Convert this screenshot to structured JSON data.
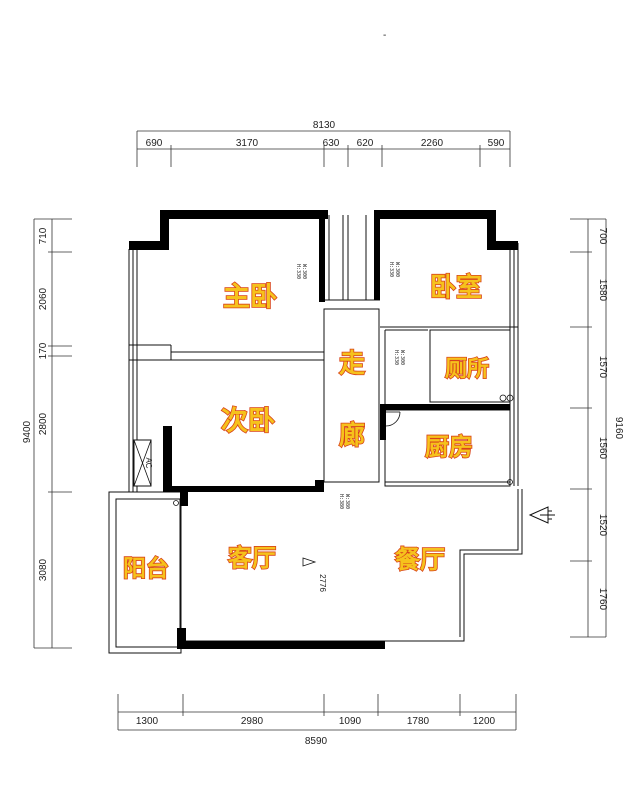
{
  "top_dims": {
    "total": "8130",
    "segments": [
      "690",
      "3170",
      "630",
      "620",
      "2260",
      "590"
    ]
  },
  "bottom_dims": {
    "total": "8590",
    "segments": [
      "1300",
      "2980",
      "1090",
      "1780",
      "1200"
    ]
  },
  "left_dims": {
    "total": "9400",
    "segments": [
      "710",
      "2060",
      "170",
      "2800",
      "3080"
    ]
  },
  "right_dims": {
    "total": "9160",
    "segments": [
      "700",
      "1580",
      "1570",
      "1560",
      "1520",
      "1760"
    ]
  },
  "rooms": {
    "master_bedroom": "主卧",
    "bedroom": "卧室",
    "corridor_1": "走",
    "corridor_2": "廊",
    "toilet": "厕所",
    "second_bedroom": "次卧",
    "kitchen": "厨房",
    "balcony": "阳台",
    "living_room": "客厅",
    "dining_room": "餐厅"
  },
  "door_notes": {
    "master_h": "H:330",
    "master_w": "W:300",
    "bedroom_h": "H:330",
    "bedroom_w": "W:300",
    "toilet_h": "H:330",
    "toilet_w": "W:300",
    "hall_h": "H:380",
    "hall_w": "W:380"
  },
  "ac_label": "AC",
  "level_mark": "2776",
  "top_mark": "-",
  "colors": {
    "wall": "#000000",
    "label_fill": "#f6c21c",
    "label_stroke": "#d8431a"
  }
}
